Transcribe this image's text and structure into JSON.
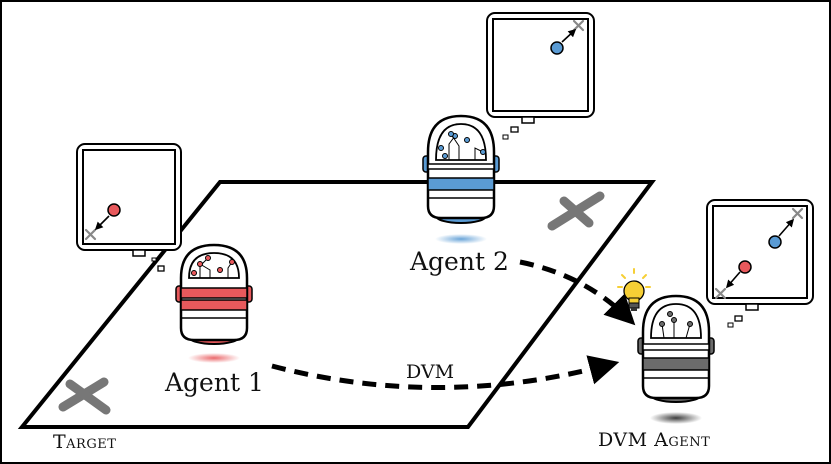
{
  "labels": {
    "agent1": "Agent 1",
    "agent2": "Agent 2",
    "dvm": "DVM",
    "dvm_agent": "DVM Agent",
    "target": "Target"
  },
  "colors": {
    "agent1": "#e8595c",
    "agent2": "#5a9bd4",
    "dvm_agent": "#6b6b6b",
    "target_marker": "#777777",
    "bulb": "#f6cf35"
  }
}
